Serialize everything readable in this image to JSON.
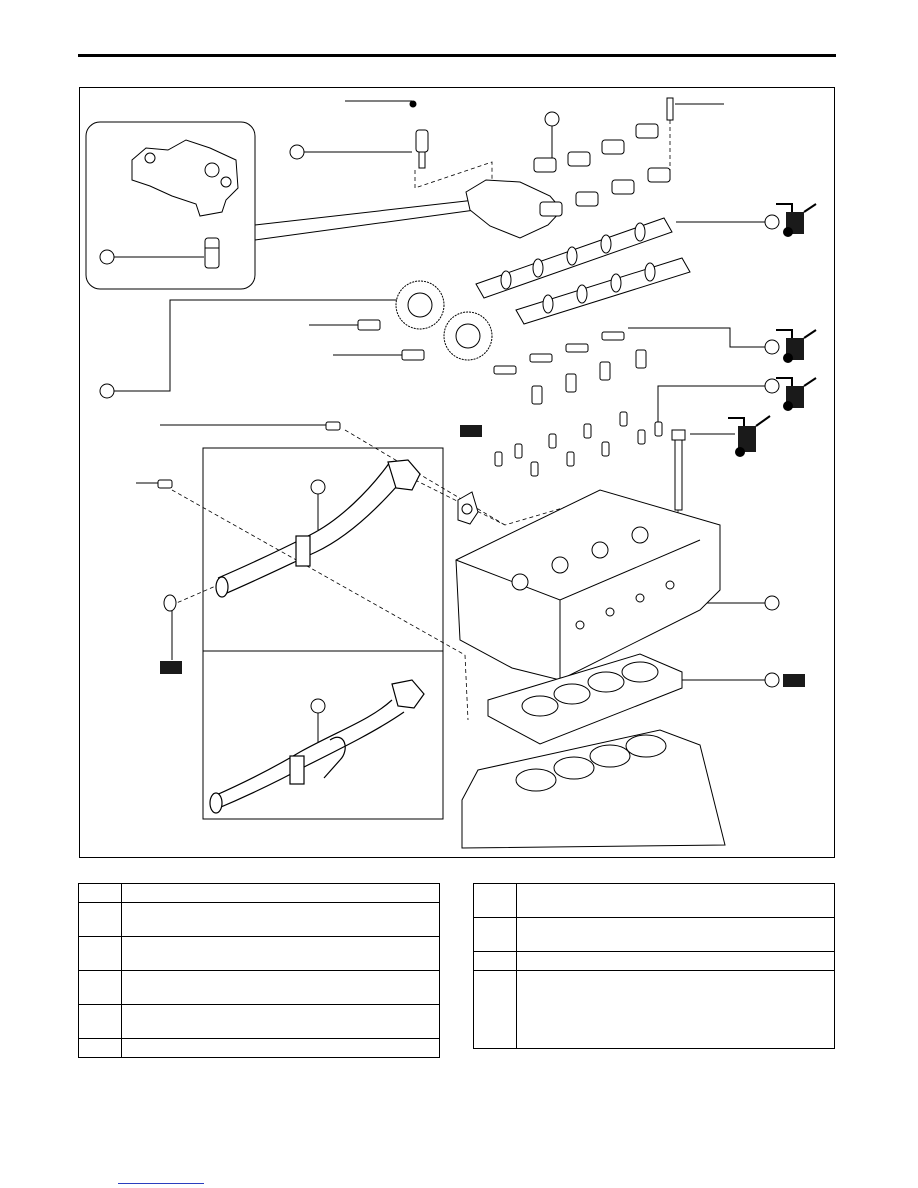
{
  "figure": {
    "callouts": [
      {
        "id": "c-vvt-valve"
      },
      {
        "id": "c-rocker-caps"
      },
      {
        "id": "c-cam-bolt-right"
      },
      {
        "id": "c-camshafts"
      },
      {
        "id": "c-oil-filter-sleeve"
      },
      {
        "id": "c-sprocket-left"
      },
      {
        "id": "c-rocker-arms"
      },
      {
        "id": "c-lash-adjusters"
      },
      {
        "id": "c-water-pipe-a"
      },
      {
        "id": "c-water-pipe-b"
      },
      {
        "id": "c-cylinder-head"
      },
      {
        "id": "c-head-gasket"
      },
      {
        "id": "c-head-bolt"
      }
    ],
    "colors": {
      "line": "#000000",
      "fill": "#ffffff",
      "shade": "#d9d9d9",
      "dark": "#1a1a1a",
      "link": "#2b3fbf"
    },
    "icons": [
      "oil-can-icon",
      "oil-can-icon",
      "oil-can-icon",
      "oil-can-icon"
    ]
  },
  "legend_left": {
    "rows": [
      {
        "num": "",
        "desc": ""
      },
      {
        "num": "",
        "desc": ""
      },
      {
        "num": "",
        "desc": ""
      },
      {
        "num": "",
        "desc": ""
      },
      {
        "num": "",
        "desc": ""
      },
      {
        "num": "",
        "desc": ""
      }
    ]
  },
  "legend_right": {
    "rows": [
      {
        "num": "",
        "desc": ""
      },
      {
        "num": "",
        "desc": ""
      },
      {
        "num": "",
        "desc": ""
      },
      {
        "num": "",
        "desc": ""
      }
    ]
  }
}
